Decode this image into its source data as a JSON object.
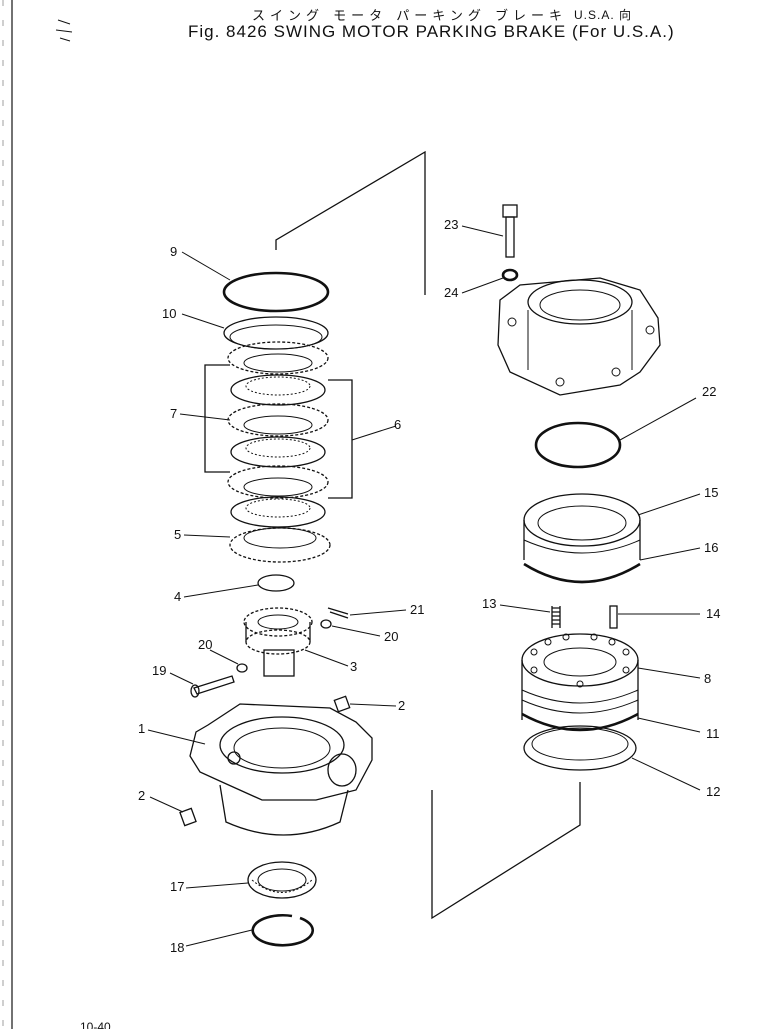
{
  "header": {
    "japanese_title": "スイング モータ パーキング ブレーキ",
    "market": "U.S.A. 向",
    "title": "Fig. 8426   SWING MOTOR PARKING BRAKE (For U.S.A.)"
  },
  "callouts": [
    "1",
    "2",
    "2",
    "3",
    "4",
    "5",
    "6",
    "7",
    "8",
    "9",
    "10",
    "11",
    "12",
    "13",
    "14",
    "15",
    "16",
    "17",
    "18",
    "19",
    "20",
    "20",
    "21",
    "22",
    "23",
    "24"
  ],
  "footer": "10-40"
}
